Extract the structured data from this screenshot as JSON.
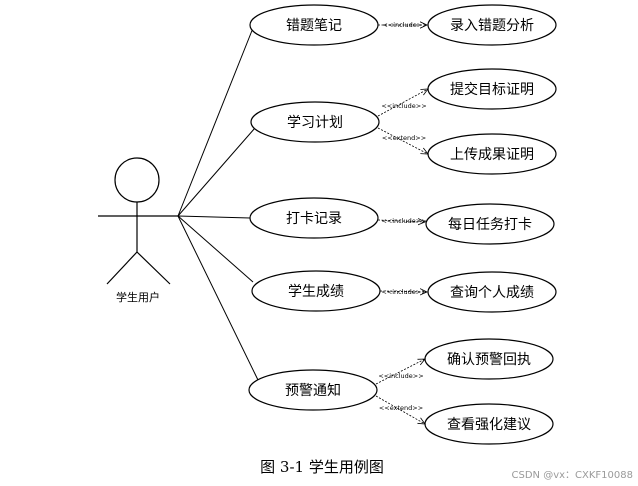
{
  "actor": {
    "label": "学生用户"
  },
  "use_cases": {
    "mistake_notes": "错题笔记",
    "study_plan": "学习计划",
    "checkin_record": "打卡记录",
    "student_grades": "学生成绩",
    "warning_notice": "预警通知",
    "record_mistake_analysis": "录入错题分析",
    "submit_goal_proof": "提交目标证明",
    "upload_result_proof": "上传成果证明",
    "daily_task_checkin": "每日任务打卡",
    "query_personal_grades": "查询个人成绩",
    "confirm_warning_receipt": "确认预警回执",
    "view_improvement_advice": "查看强化建议"
  },
  "relations": {
    "mistake_include": "<<include>>",
    "plan_include": "<<include>>",
    "plan_extend": "<<extend>>",
    "checkin_include": "<<include>>",
    "grades_include": "<<include>>",
    "warning_include": "<<include>>",
    "warning_extend": "<<extend>>"
  },
  "caption": "图 3-1 学生用例图",
  "watermark": "CSDN @vx：CXKF10088"
}
